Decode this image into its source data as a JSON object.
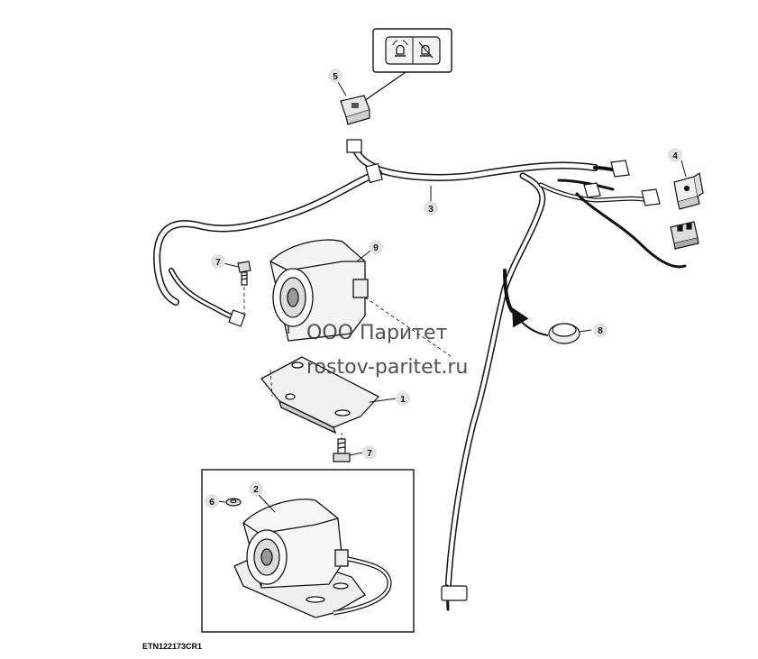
{
  "figure_id": "ETN122173CR1",
  "watermark": {
    "line1": "ООО Паритет",
    "line2": "rostov-paritet.ru"
  },
  "callouts": [
    {
      "id": "callout-1",
      "label": "1"
    },
    {
      "id": "callout-2",
      "label": "2"
    },
    {
      "id": "callout-3",
      "label": "3"
    },
    {
      "id": "callout-4",
      "label": "4"
    },
    {
      "id": "callout-5",
      "label": "5"
    },
    {
      "id": "callout-6",
      "label": "6"
    },
    {
      "id": "callout-7a",
      "label": "7"
    },
    {
      "id": "callout-7b",
      "label": "7"
    },
    {
      "id": "callout-8",
      "label": "8"
    },
    {
      "id": "callout-9",
      "label": "9"
    }
  ]
}
